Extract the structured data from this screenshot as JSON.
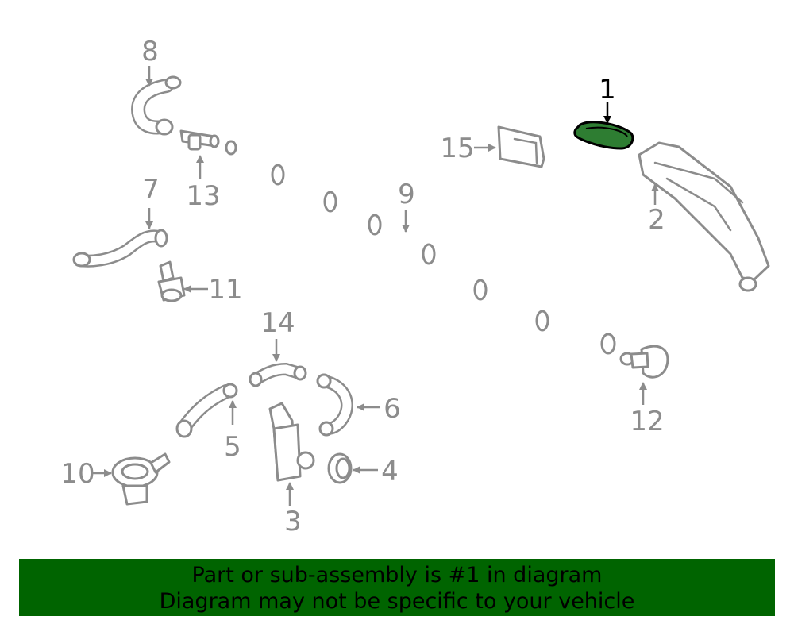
{
  "diagram": {
    "callouts": {
      "c1": "1",
      "c2": "2",
      "c3": "3",
      "c4": "4",
      "c5": "5",
      "c6": "6",
      "c7": "7",
      "c8": "8",
      "c9": "9",
      "c10": "10",
      "c11": "11",
      "c12": "12",
      "c13": "13",
      "c14": "14",
      "c15": "15"
    },
    "highlighted_part": "1",
    "colors": {
      "highlight": "#2e7d32",
      "line": "#8c8c8c",
      "banner": "#006400"
    }
  },
  "banner": {
    "line1": "Part or sub-assembly is #1 in diagram",
    "line2": "Diagram may not be specific to your vehicle"
  }
}
